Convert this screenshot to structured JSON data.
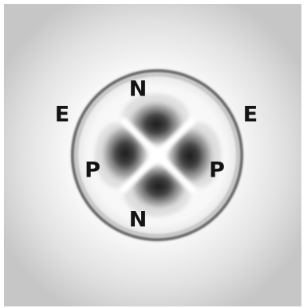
{
  "labels": {
    "n_top": "N",
    "n_bottom": "N",
    "e_left": "E",
    "e_right": "E",
    "p_left": "P",
    "p_right": "P"
  },
  "colors": {
    "background_outer": "#c8c8c8",
    "background_inner": "#ffffff",
    "lobe_dark": "#1e1e1e",
    "ring": "#3a3a3a",
    "label_text": "#141414"
  }
}
